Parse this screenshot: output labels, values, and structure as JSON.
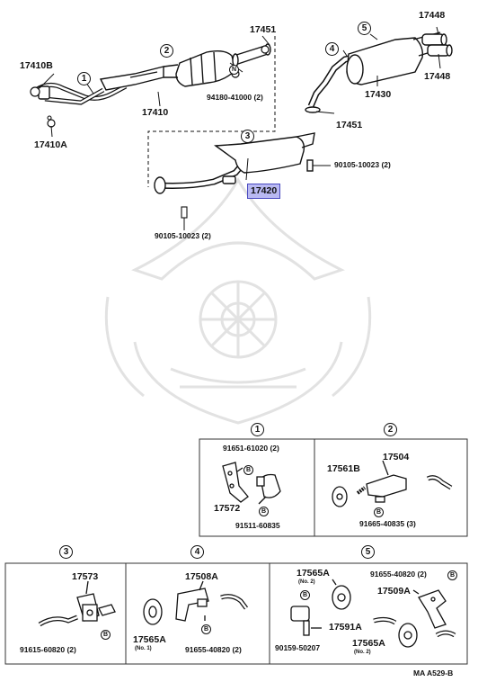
{
  "labels": {
    "p17410B": "17410B",
    "p17410": "17410",
    "p17410A": "17410A",
    "p17451_top": "17451",
    "p94180": "94180-41000 (2)",
    "p17448_top": "17448",
    "p17448_bot": "17448",
    "p17430": "17430",
    "p17451_mid": "17451",
    "p90105_a": "90105-10023 (2)",
    "p17420": "17420",
    "p90105_b": "90105-10023 (2)"
  },
  "callouts": {
    "c1": "1",
    "c2": "2",
    "c3": "3",
    "c4": "4",
    "c5": "5"
  },
  "details": {
    "d1": {
      "num": "1",
      "p91651": "91651-61020 (2)",
      "p17572": "17572",
      "p91511": "91511-60835",
      "b": "B"
    },
    "d2": {
      "num": "2",
      "p17561B": "17561B",
      "p17504": "17504",
      "p91665": "91665-40835 (3)",
      "b": "B"
    },
    "d3": {
      "num": "3",
      "p17573": "17573",
      "p91615": "91615-60820 (2)",
      "b": "B"
    },
    "d4": {
      "num": "4",
      "p17508A": "17508A",
      "p17565A": "17565A",
      "no1": "(No. 1)",
      "p91655": "91655-40820 (2)",
      "b": "B"
    },
    "d5": {
      "num": "5",
      "p17565A_1": "17565A",
      "no2a": "(No. 2)",
      "p91655": "91655-40820 (2)",
      "p17509A": "17509A",
      "p17591A": "17591A",
      "p90159": "90159-50207",
      "p17565A_2": "17565A",
      "no2b": "(No. 2)",
      "b": "B"
    }
  },
  "footer": "MA A529-B",
  "colors": {
    "highlight": "#b9b9f2",
    "ink": "#111111",
    "watermark": "#dcdcdc"
  }
}
